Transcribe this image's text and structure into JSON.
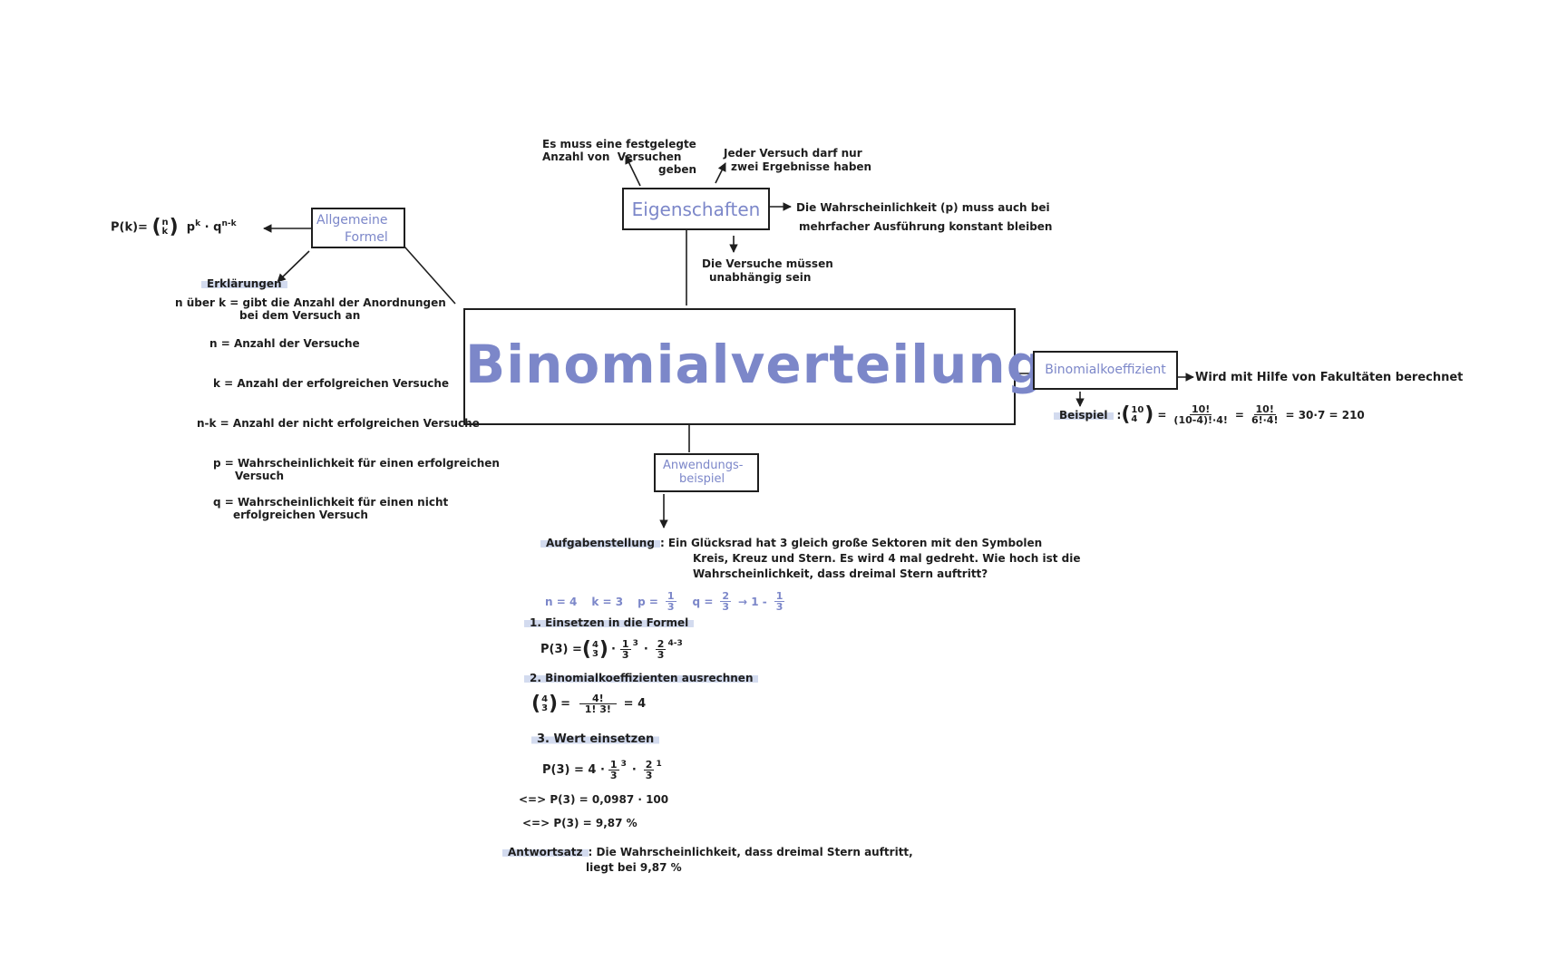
{
  "center": {
    "title": "Binomialverteilung"
  },
  "eigenschaften": {
    "label": "Eigenschaften",
    "note_left_line1": "Es muss eine festgelegte",
    "note_left_line2": "Anzahl von",
    "note_left_word": "Versuchen",
    "note_left_line3": "geben",
    "note_right_line1": "Jeder Versuch darf nur",
    "note_right_line2": "zwei Ergebnisse haben",
    "note_side_line1": "Die Wahrscheinlichkeit (p) muss auch bei",
    "note_side_line2": "mehrfacher Ausführung konstant bleiben",
    "note_below_line1": "Die Versuche müssen",
    "note_below_line2": "unabhängig sein"
  },
  "allgemeine": {
    "label_line1": "Allgemeine",
    "label_line2": "Formel",
    "formula_left": "P(k)=",
    "formula_n": "n",
    "formula_k": "k",
    "formula_p": "p",
    "formula_p_exp": "k",
    "formula_q": "q",
    "formula_q_exp": "n-k",
    "formula_dot": "·",
    "erklaerungen": "Erklärungen",
    "items": [
      {
        "line1": "n über k = gibt die Anzahl der Anordnungen",
        "line2": "bei dem Versuch an"
      },
      {
        "line1": "n = Anzahl der Versuche",
        "line2": ""
      },
      {
        "line1": "k = Anzahl der erfolgreichen Versuche",
        "line2": ""
      },
      {
        "line1": "n-k = Anzahl der nicht erfolgreichen Versuche",
        "line2": ""
      },
      {
        "line1": "p = Wahrscheinlichkeit für einen erfolgreichen",
        "line2": "Versuch"
      },
      {
        "line1": "q = Wahrscheinlichkeit für einen  nicht",
        "line2": "erfolgreichen Versuch"
      }
    ]
  },
  "binomialkoeffizient": {
    "label": "Binomialkoeffizient",
    "note": "Wird mit Hilfe von Fakultäten berechnet",
    "beispiel": "Beispiel",
    "ex_n": "10",
    "ex_k": "4",
    "ex_colon": ":",
    "ex_eq1": "=",
    "ex_num1": "10!",
    "ex_den1": "(10-4)!·4!",
    "ex_eq2": "=",
    "ex_num2": "10!",
    "ex_den2": "6!·4!",
    "ex_rest": "= 30·7 = 210"
  },
  "anwendung": {
    "label_line1": "Anwendungs-",
    "label_line2": "beispiel",
    "aufgabe_label": "Aufgabenstellung",
    "aufgabe_line1": ": Ein Glücksrad hat 3 gleich große Sektoren mit den Symbolen",
    "aufgabe_line2": "Kreis, Kreuz und Stern. Es wird 4 mal gedreht. Wie hoch ist die",
    "aufgabe_line3": "Wahrscheinlichkeit, dass dreimal Stern  auftritt?",
    "given_n": "n = 4",
    "given_k": "k = 3",
    "given_p": "p =",
    "given_q": "q =",
    "given_q_rest": "→ 1 -",
    "f1": "1",
    "f2": "2",
    "f3": "3",
    "step1": "1. Einsetzen in die Formel",
    "step1_formula_left": "P(3) =",
    "step1_n": "4",
    "step1_k": "3",
    "step1_exp1": "3",
    "step1_exp2": "4-3",
    "step2": "2. Binomialkoeffizienten ausrechnen",
    "step2_num": "4!",
    "step2_den": "1!  3!",
    "step2_result": "= 4",
    "step3": "3.  Wert einsetzen",
    "step3_formula_left": "P(3) = 4 ·",
    "step3_exp1": "3",
    "step3_exp2": "1",
    "step3_line2": "<=> P(3) = 0,0987 · 100",
    "step3_line3": "<=> P(3) = 9,87 %",
    "antwort_label": "Antwortsatz",
    "antwort_line1": ": Die Wahrscheinlichkeit, dass dreimal Stern auftritt,",
    "antwort_line2": "liegt bei 9,87 %"
  }
}
